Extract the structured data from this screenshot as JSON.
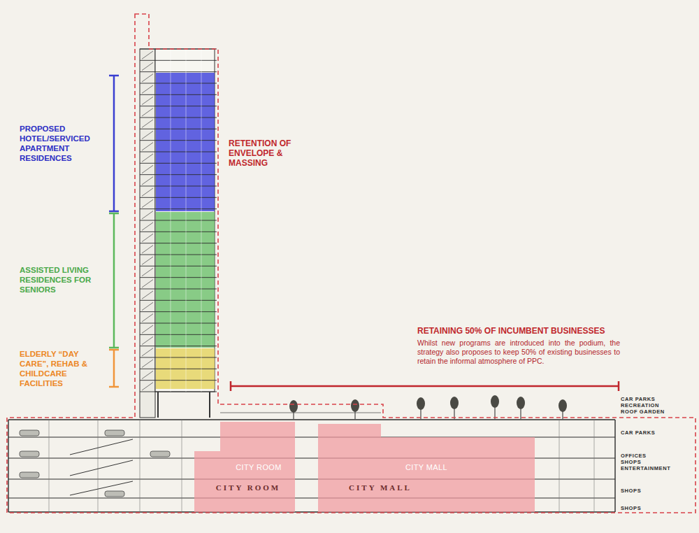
{
  "diagram": {
    "nodes": [
      {
        "text": [
          "CITY ROOM",
          "CITY ROOM"
        ]
      },
      {
        "text": [
          "CITY MALL",
          "CITY MALL"
        ]
      }
    ],
    "labels": [
      "PROPOSED HOTEL/SERVICED APARTMENT RESIDENCES",
      "ASSISTED LIVING RESIDENCES FOR SENIORS",
      "ELDERLY “DAY CARE”, REHAB & CHILDCARE FACILITIES",
      "RETENTION OF ENVELOPE & MASSING",
      "RETAINING 50% OF INCUMBENT BUSINESSES",
      "Whilst new programs are introduced into the podium, the strategy also proposes to keep 50% of existing businesses to retain the informal atmosphere of PPC.",
      "CAR PARKS RECREATION ROOF GARDEN",
      "CAR PARKS",
      "OFFICES SHOPS ENTERTAINMENT",
      "SHOPS",
      "SHOPS"
    ]
  }
}
